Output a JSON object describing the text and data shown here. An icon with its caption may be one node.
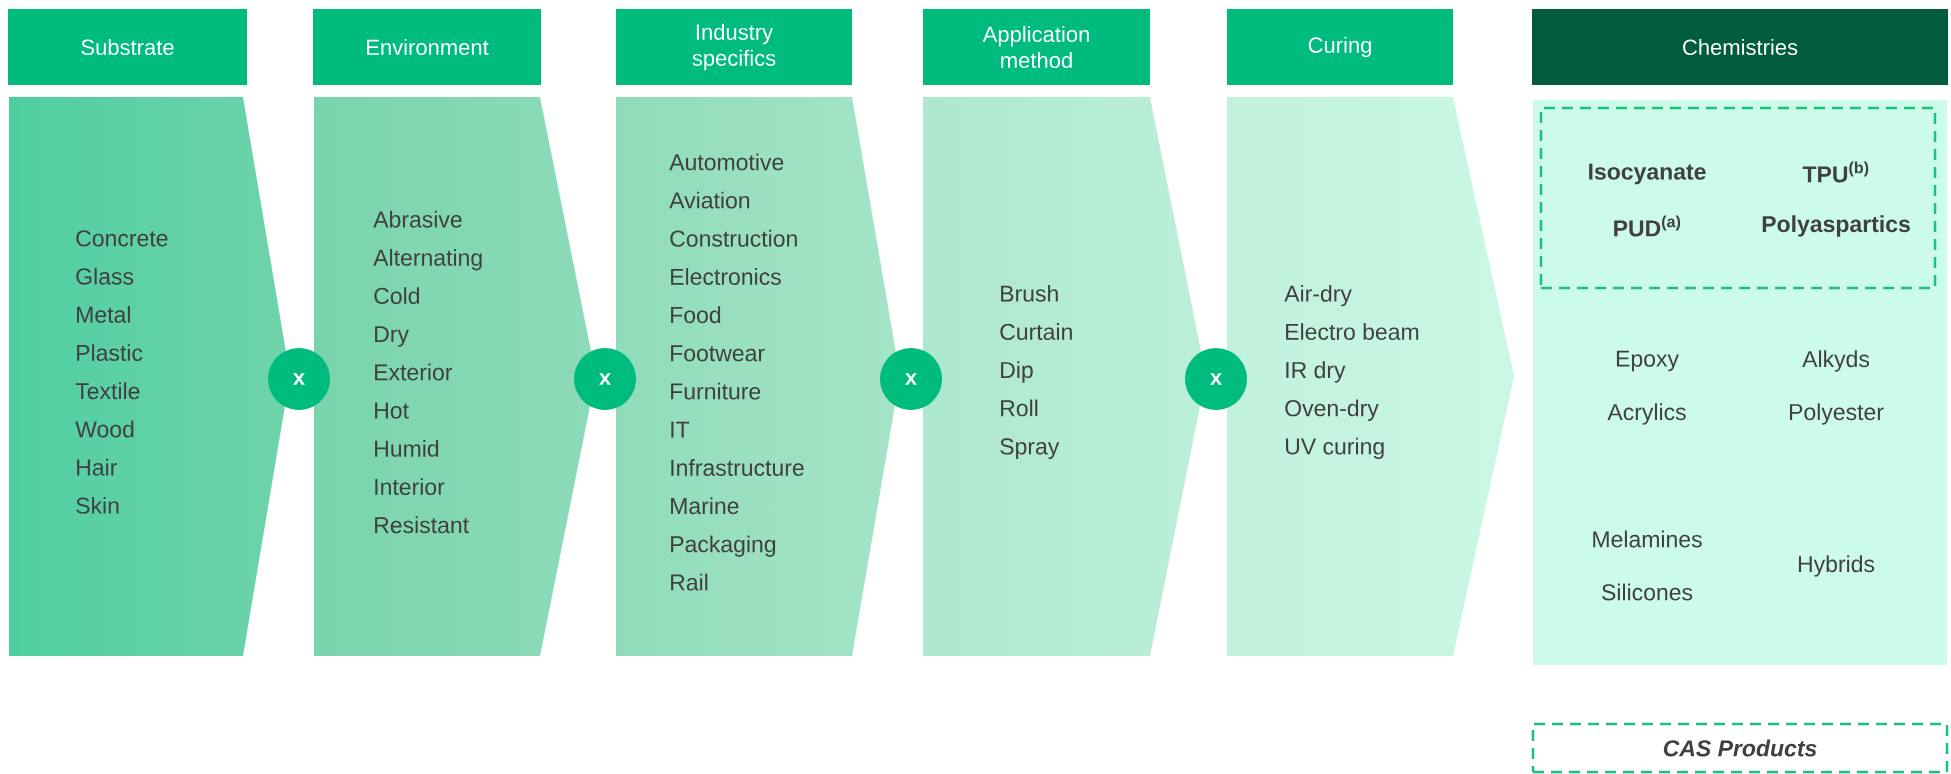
{
  "diagram": {
    "nodes": [
      {
        "text": [
          "Substrate"
        ]
      },
      {
        "text": [
          "Environment"
        ]
      },
      {
        "text": [
          "Industry specifics"
        ]
      },
      {
        "text": [
          "Application method"
        ]
      },
      {
        "text": [
          "Curing"
        ]
      },
      {
        "text": [
          "Chemistries"
        ]
      },
      {
        "text": [
          "Concrete",
          "Glass",
          "Metal",
          "Plastic",
          "Textile",
          "Wood",
          "Hair",
          "Skin"
        ]
      },
      {
        "text": [
          "Abrasive",
          "Alternating",
          "Cold",
          "Dry",
          "Exterior",
          "Hot",
          "Humid",
          "Interior",
          "Resistant"
        ]
      },
      {
        "text": [
          "Automotive",
          "Aviation",
          "Construction",
          "Electronics",
          "Food",
          "Footwear",
          "Furniture",
          "IT",
          "Infrastructure",
          "Marine",
          "Packaging",
          "Rail"
        ]
      },
      {
        "text": [
          "Brush",
          "Curtain",
          "Dip",
          "Roll",
          "Spray"
        ]
      },
      {
        "text": [
          "Air-dry",
          "Electro beam",
          "IR dry",
          "Oven-dry",
          "UV curing"
        ]
      },
      {
        "text": [
          "x"
        ]
      },
      {
        "text": [
          "x"
        ]
      },
      {
        "text": [
          "x"
        ]
      },
      {
        "text": [
          "x"
        ]
      },
      {
        "text": [
          "Epoxy",
          "Alkyds",
          "Acrylics",
          "Polyester",
          "Melamines",
          "Silicones",
          "Hybrids"
        ]
      },
      {
        "text": [
          "Isocyanate",
          "TPU$^{(b)}$",
          "PUD$^{(a)}$",
          "Polyaspartics"
        ],
        "in": 15
      },
      {
        "text": [
          "CAS Products"
        ]
      }
    ]
  }
}
